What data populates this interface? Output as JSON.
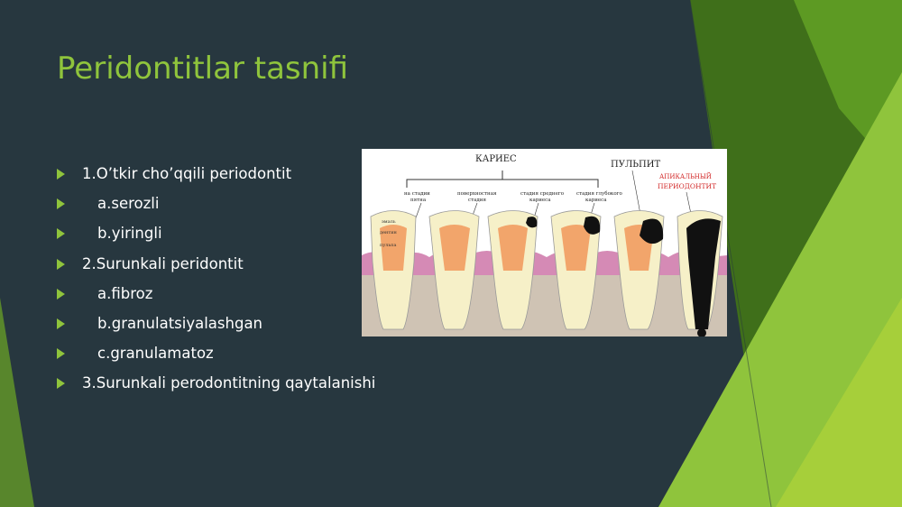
{
  "slide": {
    "title": "Peridontitlar tasnifi",
    "bullets": [
      {
        "text": "1.O’tkir cho’qqili periodontit",
        "level": 0
      },
      {
        "text": "a.serozli",
        "level": 1
      },
      {
        "text": "b.yiringli",
        "level": 1
      },
      {
        "text": "2.Surunkali peridontit",
        "level": 0
      },
      {
        "text": "a.fibroz",
        "level": 1
      },
      {
        "text": "b.granulatsiyalashgan",
        "level": 1
      },
      {
        "text": "c.granulamatoz",
        "level": 1
      },
      {
        "text": "3.Surunkali perodontitning qaytalanishi",
        "level": 0
      }
    ]
  },
  "figure": {
    "caries_label": "КАРИЕС",
    "pulpitis_label": "ПУЛЬПИТ",
    "periodontitis_label_line1": "АПИКАЛЬНЫЙ",
    "periodontitis_label_line2": "ПЕРИОДОНТИТ",
    "stage_labels": [
      [
        "на стадии",
        "пятна"
      ],
      [
        "поверхностная",
        "стадия"
      ],
      [
        "стадия среднего",
        "кариеса"
      ],
      [
        "стадия глубокого",
        "кариеса"
      ]
    ],
    "layer_labels": [
      "эмаль",
      "дентин",
      "пульпа"
    ]
  },
  "colors": {
    "background": "#27373f",
    "accent_green": "#8fc43c",
    "dark_green": "#3f6f1a",
    "light_green": "#a6cf3a",
    "text": "#ffffff",
    "label_red": "#d22828"
  }
}
